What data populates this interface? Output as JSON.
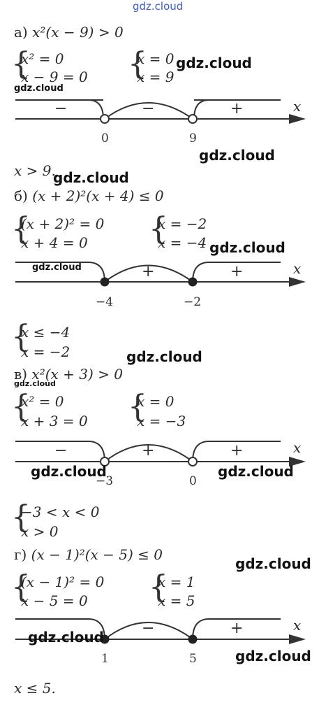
{
  "watermark": "gdz.cloud",
  "parts": {
    "a": {
      "label": "а)",
      "inequality": "x²(x − 9) > 0",
      "system_left": [
        "x² = 0",
        "x − 9 = 0"
      ],
      "system_right": [
        "x = 0",
        "x = 9"
      ],
      "axis_var": "x",
      "points": [
        "0",
        "9"
      ],
      "signs": [
        "−",
        "−",
        "+"
      ],
      "answer": [
        "x > 9."
      ]
    },
    "b": {
      "label": "б)",
      "inequality": "(x + 2)²(x + 4) ≤ 0",
      "system_left": [
        "(x + 2)² = 0",
        "x + 4 = 0"
      ],
      "system_right": [
        "x = −2",
        "x = −4"
      ],
      "axis_var": "x",
      "points": [
        "−4",
        "−2"
      ],
      "signs": [
        "+",
        "+"
      ],
      "answer": [
        "x ≤ −4",
        "x = −2"
      ]
    },
    "c": {
      "label": "в)",
      "inequality": "x²(x + 3) > 0",
      "system_left": [
        "x² = 0",
        "x + 3 = 0"
      ],
      "system_right": [
        "x = 0",
        "x = −3"
      ],
      "axis_var": "x",
      "points": [
        "−3",
        "0"
      ],
      "signs": [
        "−",
        "+",
        "+"
      ],
      "answer": [
        "−3 < x < 0",
        "x > 0"
      ]
    },
    "d": {
      "label": "г)",
      "inequality": "(x − 1)²(x − 5) ≤ 0",
      "system_left": [
        "(x − 1)² = 0",
        "x − 5 = 0"
      ],
      "system_right": [
        "x = 1",
        "x = 5"
      ],
      "axis_var": "x",
      "points": [
        "1",
        "5"
      ],
      "signs": [
        "−",
        "+"
      ],
      "answer": [
        "x ≤ 5."
      ]
    }
  }
}
